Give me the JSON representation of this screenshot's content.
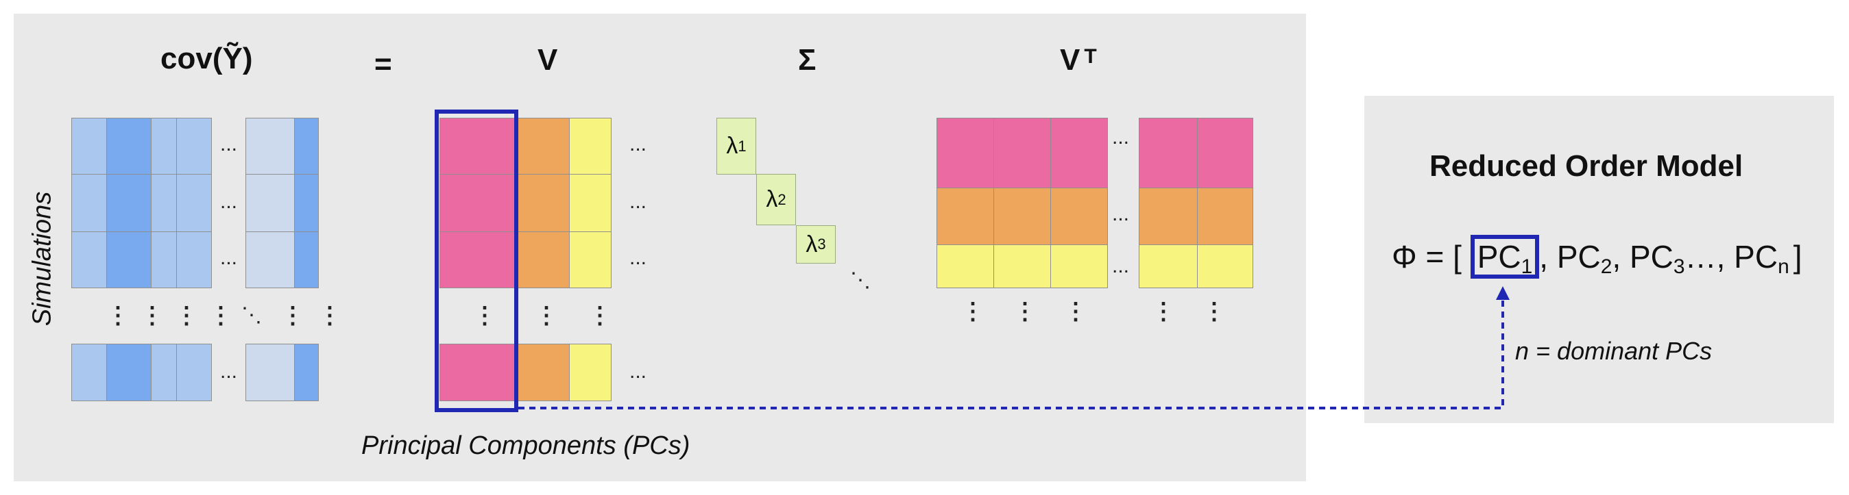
{
  "headers": {
    "cov": "cov(Ỹ)",
    "equals": "=",
    "v": "V",
    "sigma": "Σ",
    "vt_base": "V",
    "vt_sup": "T"
  },
  "labels": {
    "simulations": "Simulations",
    "principal_components": "Principal Components (PCs)"
  },
  "sigma": {
    "symbol": "λ",
    "subscripts": [
      "1",
      "2",
      "3"
    ]
  },
  "ellipsis": {
    "horizontal": "...",
    "vertical": "⋮",
    "diagonal": "⋱"
  },
  "rom": {
    "title": "Reduced Order Model",
    "phi_prefix": "Φ = [",
    "pc_label": "PC",
    "pc1_sub": "1",
    "pc2_sub": "2",
    "pc3_sub": "3",
    "pcn_sub": "n",
    "sep1": ",",
    "sep2": ",",
    "sep3": "…,",
    "close": "]",
    "note": "n = dominant PCs"
  },
  "colors": {
    "panel": "#e9e9e9",
    "blue_light": "#aac7ef",
    "blue_dark": "#79aaf0",
    "blue_pale": "#cdd9ec",
    "pink": "#eb6aa1",
    "orange": "#eea65c",
    "yellow": "#f7f47f",
    "green": "#e3f3b7",
    "highlight": "#1f27b3"
  }
}
